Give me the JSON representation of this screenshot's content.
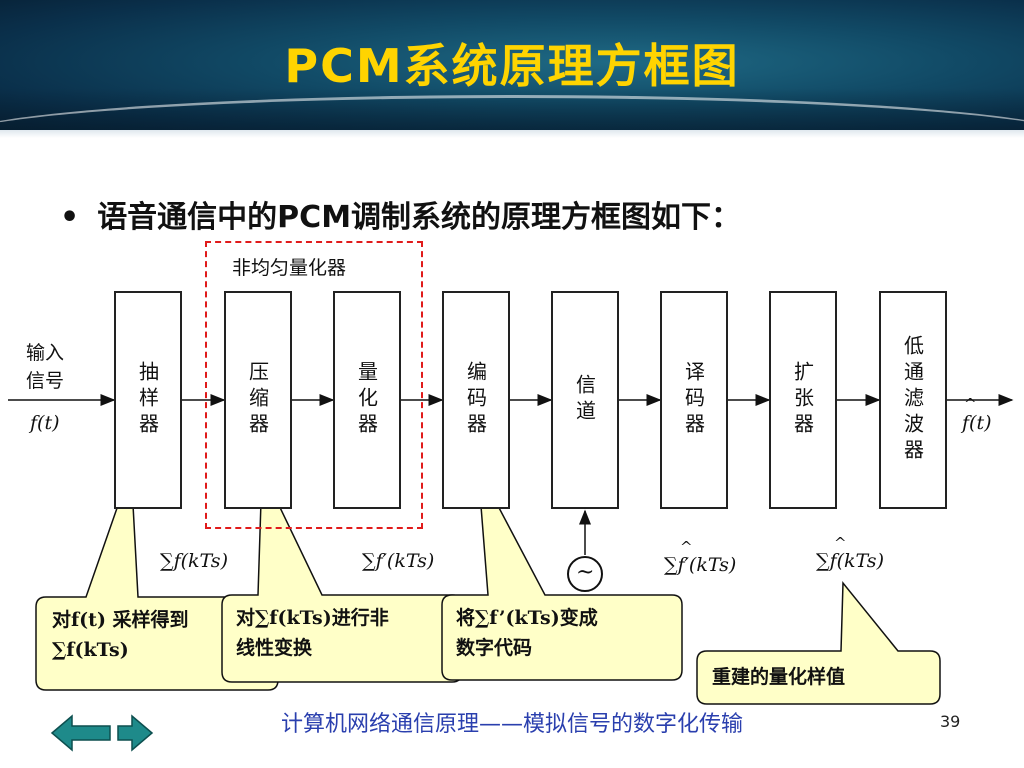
{
  "header": {
    "title": "PCM系统原理方框图"
  },
  "bullet": {
    "symbol": "•",
    "text": "语音通信中的PCM调制系统的原理方框图如下："
  },
  "diagram": {
    "input_label": [
      "输入",
      "信号"
    ],
    "input_symbol": "f(t)",
    "output_symbol": "f(t)",
    "quantizer_group_label": "非均匀量化器",
    "blocks": [
      {
        "id": "sampler",
        "label": "抽样器"
      },
      {
        "id": "compressor",
        "label": "压缩器"
      },
      {
        "id": "quantizer",
        "label": "量化器"
      },
      {
        "id": "encoder",
        "label": "编码器"
      },
      {
        "id": "channel",
        "label": "信道"
      },
      {
        "id": "decoder",
        "label": "译码器"
      },
      {
        "id": "expander",
        "label": "扩张器"
      },
      {
        "id": "lowpass",
        "label": "低通滤波器"
      }
    ],
    "signals": {
      "sampled": "∑f(kTs)",
      "compressed": "∑f′(kTs)",
      "decoded": "∑f′(kTs)",
      "expanded": "∑f(kTs)"
    },
    "noise_symbol": "~"
  },
  "callouts": [
    {
      "id": "sampling-callout",
      "line1": "对f(t) 采样得到",
      "line2": "∑f(kTs)"
    },
    {
      "id": "compress-callout",
      "line1": "对∑f(kTs)进行非",
      "line2": "线性变换"
    },
    {
      "id": "encode-callout",
      "line1": "将∑f’(kTs)变成",
      "line2": "数字代码"
    },
    {
      "id": "reconstruct-callout",
      "line1": "重建的量化样值"
    }
  ],
  "footer": {
    "text": "计算机网络通信原理——模拟信号的数字化传输",
    "page": "39"
  },
  "colors": {
    "title": "#ffd400",
    "callout_fill": "#ffffc8",
    "frame": "#e01b1b",
    "footer": "#2a3fae"
  }
}
